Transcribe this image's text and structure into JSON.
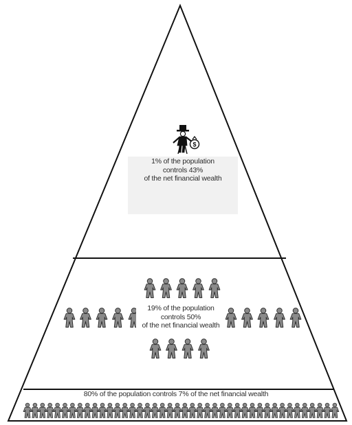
{
  "tiers": {
    "top": {
      "lines": [
        "1% of the population",
        "controls 43%",
        "of the net financial wealth"
      ],
      "figure": "capitalist-with-moneybag-icon"
    },
    "middle": {
      "lines": [
        "19% of the population",
        "controls 50%",
        "of the net financial wealth"
      ],
      "figure": "person-icon"
    },
    "bottom": {
      "lines": [
        "80% of the population controls 7% of the net financial wealth"
      ],
      "figure": "person-icon"
    }
  },
  "moneybag_symbol": "$",
  "colors": {
    "outline": "#111111",
    "figure_fill": "#8a8a8a",
    "figure_stroke": "#2b2b2b",
    "top_caption_bg": "#f1f1f1",
    "text": "#2b2b2b"
  }
}
